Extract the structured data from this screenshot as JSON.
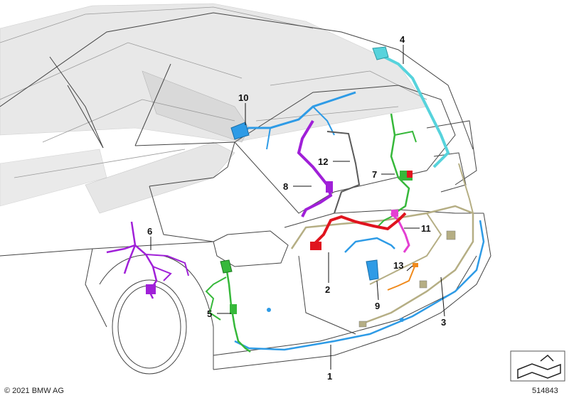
{
  "callouts": [
    {
      "id": "1",
      "label": "1"
    },
    {
      "id": "2",
      "label": "2"
    },
    {
      "id": "3",
      "label": "3"
    },
    {
      "id": "4",
      "label": "4"
    },
    {
      "id": "5",
      "label": "5"
    },
    {
      "id": "6",
      "label": "6"
    },
    {
      "id": "7",
      "label": "7"
    },
    {
      "id": "8",
      "label": "8"
    },
    {
      "id": "9",
      "label": "9"
    },
    {
      "id": "10",
      "label": "10"
    },
    {
      "id": "11",
      "label": "11"
    },
    {
      "id": "12",
      "label": "12"
    },
    {
      "id": "13",
      "label": "13"
    }
  ],
  "footer": {
    "copyright": "© 2021 BMW AG",
    "diagram_number": "514843"
  },
  "harness_colors": {
    "1": "#2e9be6",
    "2": "#e0141e",
    "3": "#b5ae84",
    "4": "#57d3dc",
    "5": "#36b83a",
    "6": "#a020d8",
    "7": "#36b83a",
    "8": "#a020d8",
    "9": "#2e9be6",
    "10": "#2e9be6",
    "11": "#e43fd2",
    "12": "#5a5a5a",
    "13": "#f08a1c"
  }
}
